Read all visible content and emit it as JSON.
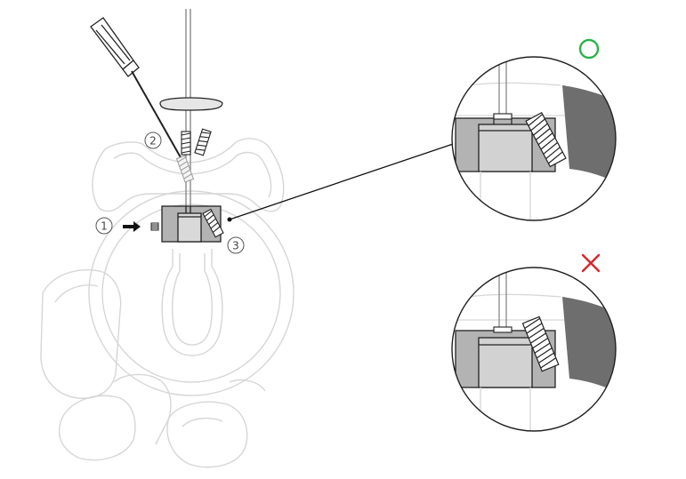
{
  "steps": [
    {
      "label": "1"
    },
    {
      "label": "2"
    },
    {
      "label": "3"
    }
  ],
  "indicators": {
    "correct": {
      "symbol": "circle",
      "color": "#2bb34a"
    },
    "incorrect": {
      "symbol": "cross",
      "color": "#d9262b"
    }
  },
  "colors": {
    "line_light": "#d6d6d6",
    "line_dark": "#222222",
    "part_gray": "#b3b3b3",
    "wall_gray": "#6e6e6e",
    "inner_gray": "#cfcfcf"
  }
}
